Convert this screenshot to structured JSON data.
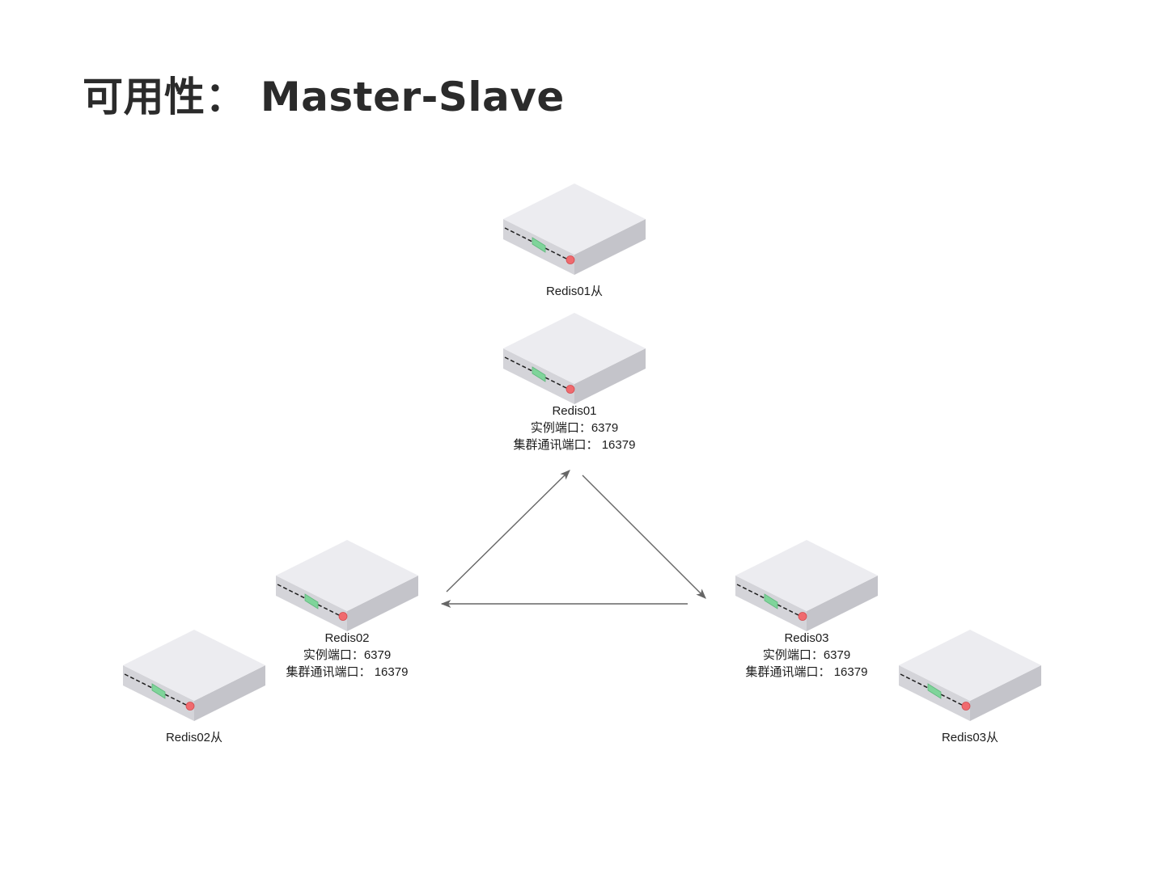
{
  "title": "可用性： Master-Slave",
  "colors": {
    "server_top": "#ececf0",
    "server_left": "#d4d4d9",
    "server_right": "#c4c4ca",
    "led_green": "#7fd49a",
    "led_red": "#f06a6e",
    "arrow": "#666666"
  },
  "nodes": {
    "redis01_slave": {
      "lines": [
        "Redis01从"
      ]
    },
    "redis01": {
      "lines": [
        "Redis01",
        "实例端口：6379",
        "集群通讯端口： 16379"
      ]
    },
    "redis02": {
      "lines": [
        "Redis02",
        "实例端口：6379",
        "集群通讯端口： 16379"
      ]
    },
    "redis03": {
      "lines": [
        "Redis03",
        "实例端口：6379",
        "集群通讯端口： 16379"
      ]
    },
    "redis02_slave": {
      "lines": [
        "Redis02从"
      ]
    },
    "redis03_slave": {
      "lines": [
        "Redis03从"
      ]
    }
  },
  "edges": [
    {
      "from": "redis02",
      "to": "redis01"
    },
    {
      "from": "redis01",
      "to": "redis03"
    },
    {
      "from": "redis03",
      "to": "redis02"
    }
  ]
}
